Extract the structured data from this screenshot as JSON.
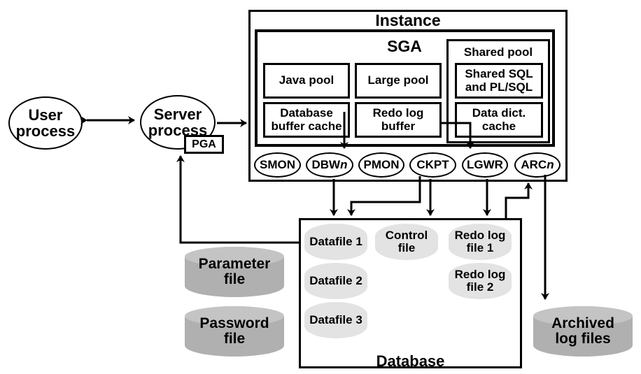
{
  "instance": {
    "title": "Instance"
  },
  "sga": {
    "title": "SGA",
    "java_pool": "Java pool",
    "large_pool": "Large pool",
    "db_buffer_cache": "Database buffer cache",
    "redo_log_buffer": "Redo log buffer",
    "shared_pool": {
      "title": "Shared pool",
      "shared_sql": "Shared SQL and PL/SQL",
      "data_dict_cache": "Data dict. cache"
    }
  },
  "processes": {
    "smon": "SMON",
    "dbwn_base": "DBW",
    "dbwn_suffix": "n",
    "pmon": "PMON",
    "ckpt": "CKPT",
    "lgwr": "LGWR",
    "arcn_base": "ARC",
    "arcn_suffix": "n"
  },
  "user_process": {
    "line1": "User",
    "line2": "process"
  },
  "server_process": {
    "line1": "Server",
    "line2": "process",
    "pga": "PGA"
  },
  "database": {
    "title": "Database",
    "datafile1": "Datafile 1",
    "datafile2": "Datafile 2",
    "datafile3": "Datafile 3",
    "control_file": {
      "line1": "Control",
      "line2": "file"
    },
    "redo_log_file1": {
      "line1": "Redo log",
      "line2": "file 1"
    },
    "redo_log_file2": {
      "line1": "Redo log",
      "line2": "file 2"
    }
  },
  "external_files": {
    "parameter": {
      "line1": "Parameter",
      "line2": "file"
    },
    "password": {
      "line1": "Password",
      "line2": "file"
    },
    "archived": {
      "line1": "Archived",
      "line2": "log files"
    }
  },
  "colors": {
    "dark_cylinder": "#b3b3b3",
    "light_cylinder": "#e6e6e6",
    "line": "#000000"
  }
}
